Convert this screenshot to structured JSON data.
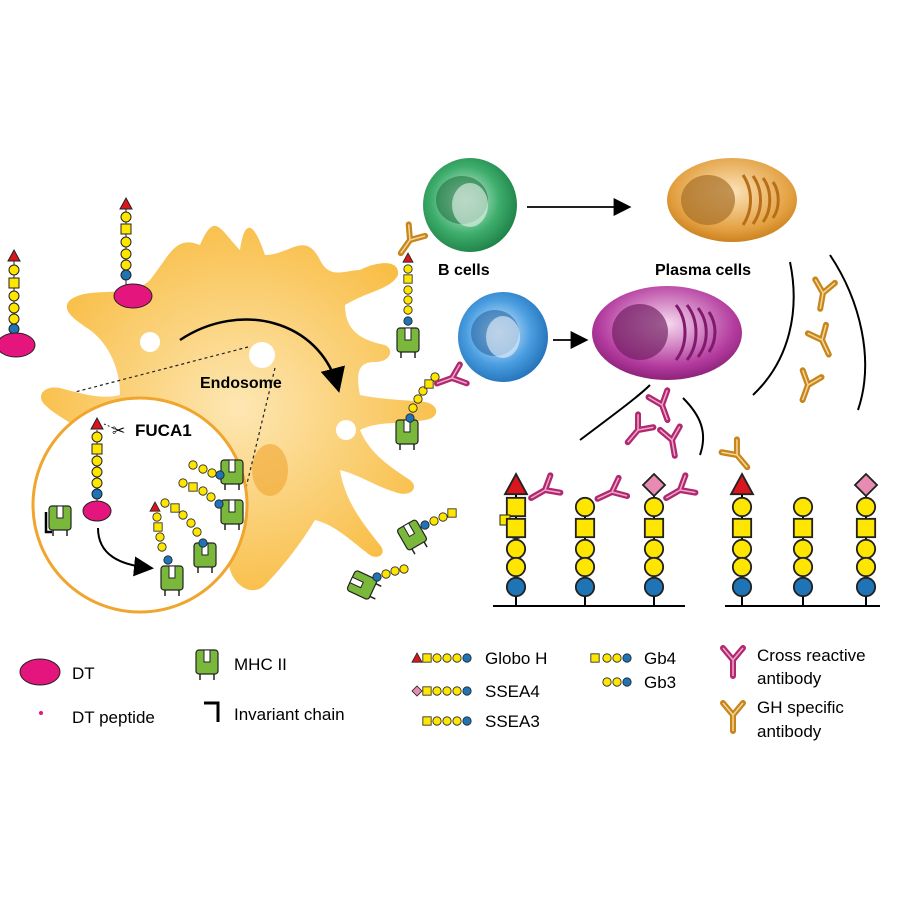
{
  "labels": {
    "endosome": "Endosome",
    "enzyme": "FUCA1",
    "b_cells": "B cells",
    "plasma_cells": "Plasma cells"
  },
  "legend": {
    "dt": "DT",
    "dt_peptide": "DT peptide",
    "mhc2": "MHC II",
    "invariant_chain": "Invariant chain",
    "globo_h": "Globo H",
    "ssea4": "SSEA4",
    "ssea3": "SSEA3",
    "gb4": "Gb4",
    "gb3": "Gb3",
    "cross_reactive_line1": "Cross reactive",
    "cross_reactive_line2": "antibody",
    "gh_specific_line1": "GH specific",
    "gh_specific_line2": "antibody"
  },
  "colors": {
    "dendritic_cell": "#f9c246",
    "dt": "#e5157e",
    "galactose": "#ffe600",
    "glc": "#1f74b6",
    "fucose": "#d9161c",
    "sialic_like": "#e78bb2",
    "mhc": "#7ab83b",
    "cross_reactive_ab": "#b0286e",
    "gh_specific_ab": "#d99a2a",
    "b_cell_green": "#2a9d5c",
    "b_cell_blue": "#3a8fd6",
    "plasma_orange": "#d88a22",
    "plasma_purple": "#a2288c"
  }
}
